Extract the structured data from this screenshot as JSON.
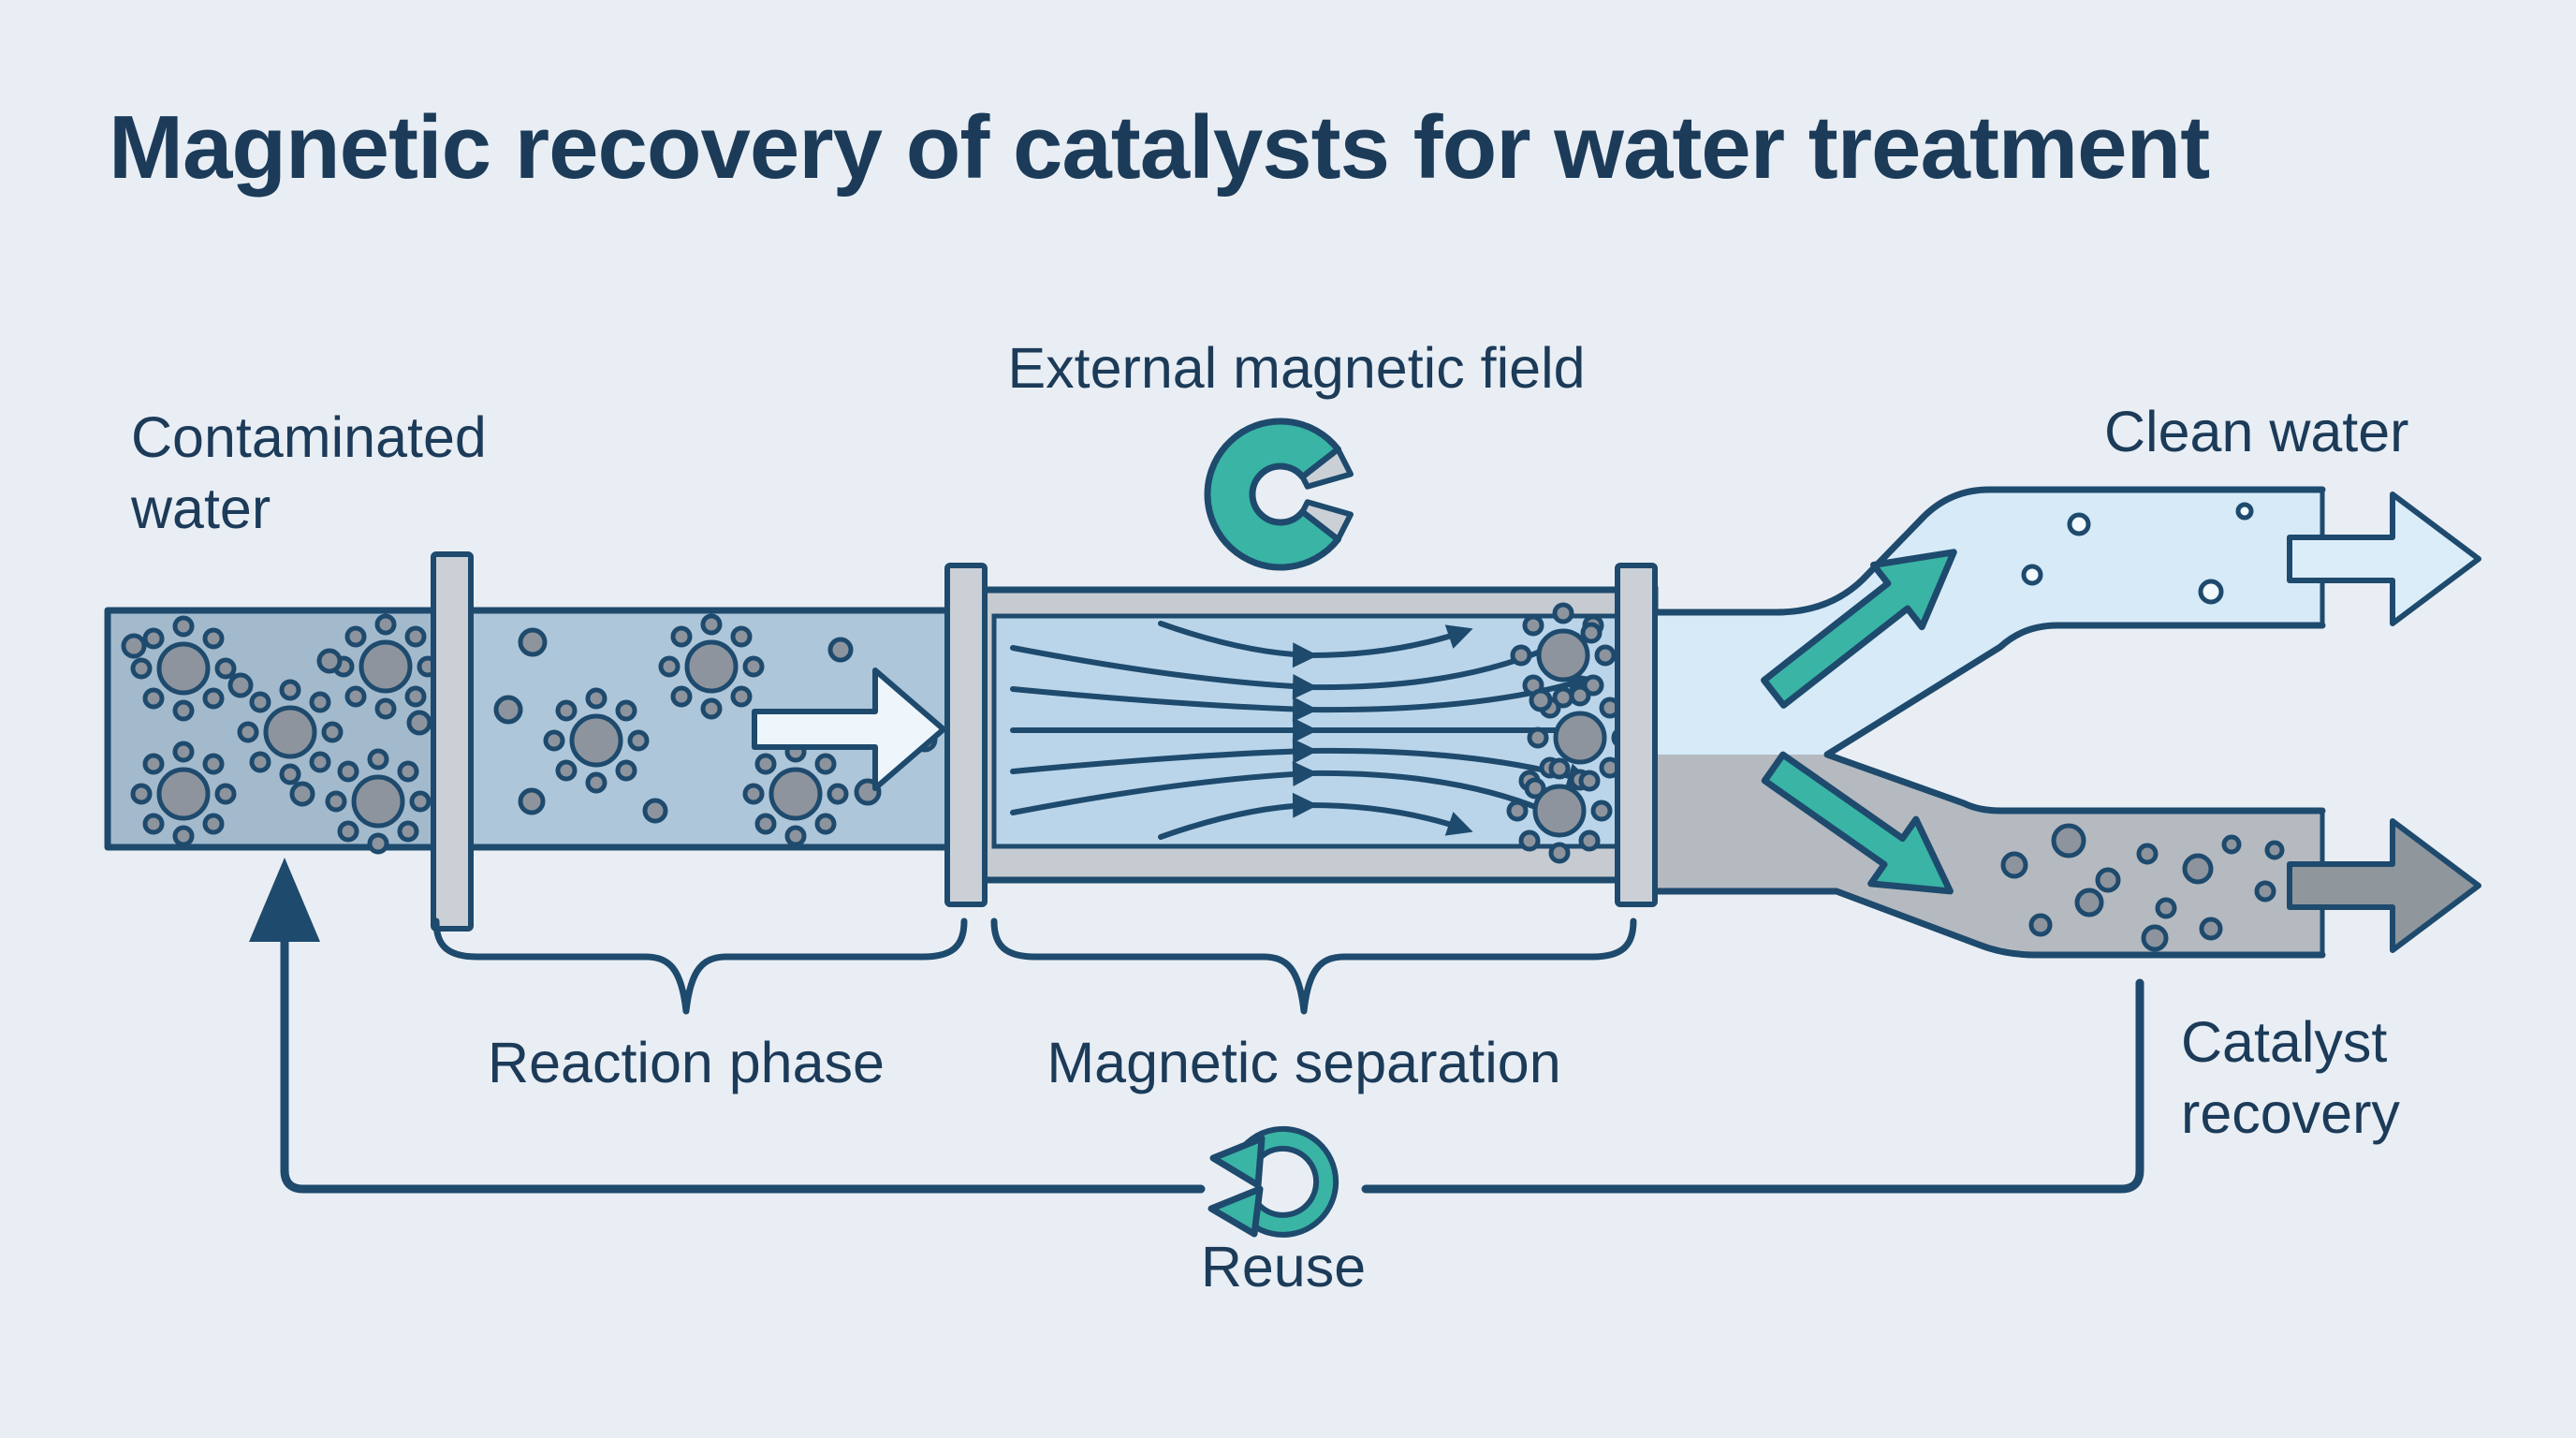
{
  "title": "Magnetic recovery of catalysts for water treatment",
  "labels": {
    "contaminated_water": "Contaminated water",
    "external_magnetic_field": "External magnetic field",
    "clean_water": "Clean water",
    "reaction_phase": "Reaction phase",
    "magnetic_separation": "Magnetic separation",
    "catalyst_recovery": "Catalyst recovery",
    "reuse": "Reuse"
  },
  "icons": {
    "magnet": "horseshoe-magnet-icon",
    "reuse_cycle": "circular-arrows-icon",
    "flow": "white-right-arrow-icon",
    "clean_outlet": "outline-right-arrow-icon",
    "catalyst_outlet": "gray-right-arrow-icon",
    "split_up": "teal-up-right-arrow-icon",
    "split_down": "teal-down-right-arrow-icon",
    "recycle_return": "navy-up-arrow-icon"
  },
  "colors": {
    "bg": "#e9eef4",
    "navy": "#1e4a6d",
    "text_navy": "#1c3b59",
    "teal": "#3ab4a5",
    "pipe_dark": "#a3bacd",
    "pipe_mid": "#aec6d9",
    "chamber_blue": "#bad5ea",
    "lining_gray": "#c6cbd1",
    "coupling_gray": "#cbd0d6",
    "clean_blue": "#d6eaf8",
    "catalyst_gray": "#b5bac0",
    "particle_gray": "#8d949d",
    "arrow_white": "#eef6fc",
    "arrow_pale": "#dcedfa",
    "arrow_gray": "#8f969c",
    "bubble_white": "#f3fafe"
  }
}
